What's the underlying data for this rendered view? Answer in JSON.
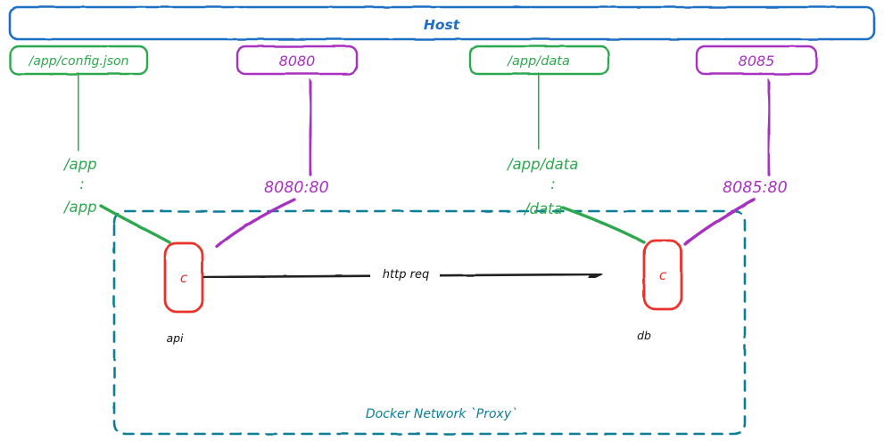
{
  "diagram": {
    "title_host": "Host",
    "network_label": "Docker Network `Proxy`",
    "colors": {
      "host_border": "#1f6fc4",
      "host_text": "#1f6fc4",
      "volume_green": "#2ea84f",
      "port_purple": "#a832c0",
      "container_red": "#e8312a",
      "network_teal": "#0d7e96",
      "arrow_black": "#222222",
      "label_black": "#111111"
    },
    "host_boxes": [
      {
        "id": "host-volume-config",
        "label": "/app/config.json",
        "kind": "volume",
        "color": "#2ea84f"
      },
      {
        "id": "host-port-8080",
        "label": "8080",
        "kind": "port",
        "color": "#a832c0"
      },
      {
        "id": "host-volume-data",
        "label": "/app/data",
        "kind": "volume",
        "color": "#2ea84f"
      },
      {
        "id": "host-port-8085",
        "label": "8085",
        "kind": "port",
        "color": "#a832c0"
      }
    ],
    "mapping_labels": [
      {
        "id": "mapping-api-volume",
        "lines": [
          "/app",
          ":",
          "/app"
        ],
        "kind": "volume",
        "color": "#2ea84f"
      },
      {
        "id": "mapping-api-port",
        "lines": [
          "8080:80"
        ],
        "kind": "port",
        "color": "#a832c0"
      },
      {
        "id": "mapping-db-volume",
        "lines": [
          "/app/data",
          ":",
          "/data"
        ],
        "kind": "volume",
        "color": "#2ea84f"
      },
      {
        "id": "mapping-db-port",
        "lines": [
          "8085:80"
        ],
        "kind": "port",
        "color": "#a832c0"
      }
    ],
    "containers": [
      {
        "id": "container-api",
        "glyph": "c",
        "name": "api"
      },
      {
        "id": "container-db",
        "glyph": "c",
        "name": "db"
      }
    ],
    "connections": [
      {
        "id": "http-request",
        "label": "http req",
        "from": "container-api",
        "to": "container-db"
      }
    ]
  }
}
